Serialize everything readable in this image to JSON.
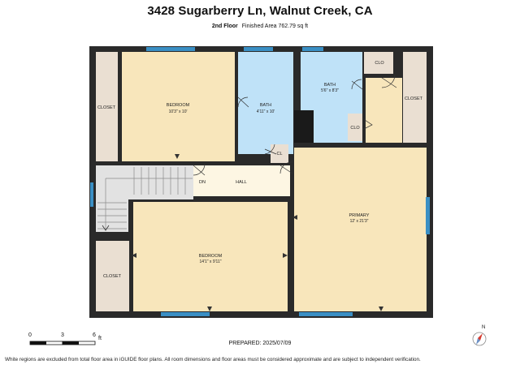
{
  "header": {
    "title": "3428 Sugarberry Ln, Walnut Creek, CA",
    "floor": "2nd Floor",
    "area": "Finished Area 762.79 sq ft"
  },
  "rooms": {
    "closet_top_left": "CLOSET",
    "bedroom_top_name": "BEDROOM",
    "bedroom_top_dims": "10'3\" x 10'",
    "bath_left_name": "BATH",
    "bath_left_dims": "4'11\" x 10'",
    "bath_right_name": "BATH",
    "bath_right_dims": "5'6\" x 8'3\"",
    "clo_top": "CLO",
    "clo_small": "CLO",
    "closet_right": "CLOSET",
    "cl": "CL",
    "dn": "DN",
    "hall": "HALL",
    "primary_name": "PRIMARY",
    "primary_dims": "12' x 21'3\"",
    "bedroom_bottom_name": "BEDROOM",
    "bedroom_bottom_dims": "14'1\" x 9'11\"",
    "closet_bottom_left": "CLOSET"
  },
  "scale": {
    "zero": "0",
    "three": "3",
    "six": "6",
    "unit": "ft"
  },
  "prepared": "PREPARED: 2025/07/09",
  "footer": "White regions are excluded from total floor area in iGUIDE floor plans. All room dimensions and floor areas must be considered approximate and are subject to independent verification.",
  "compass": {
    "label": "N"
  },
  "colors": {
    "wall": "#2a2a2a",
    "room_fill": "#f8e6bb",
    "bath_fill": "#bfe2f8",
    "closet_fill": "#eadfd2",
    "stairs_fill": "#e2e2e2",
    "window": "#3a8fc4"
  }
}
